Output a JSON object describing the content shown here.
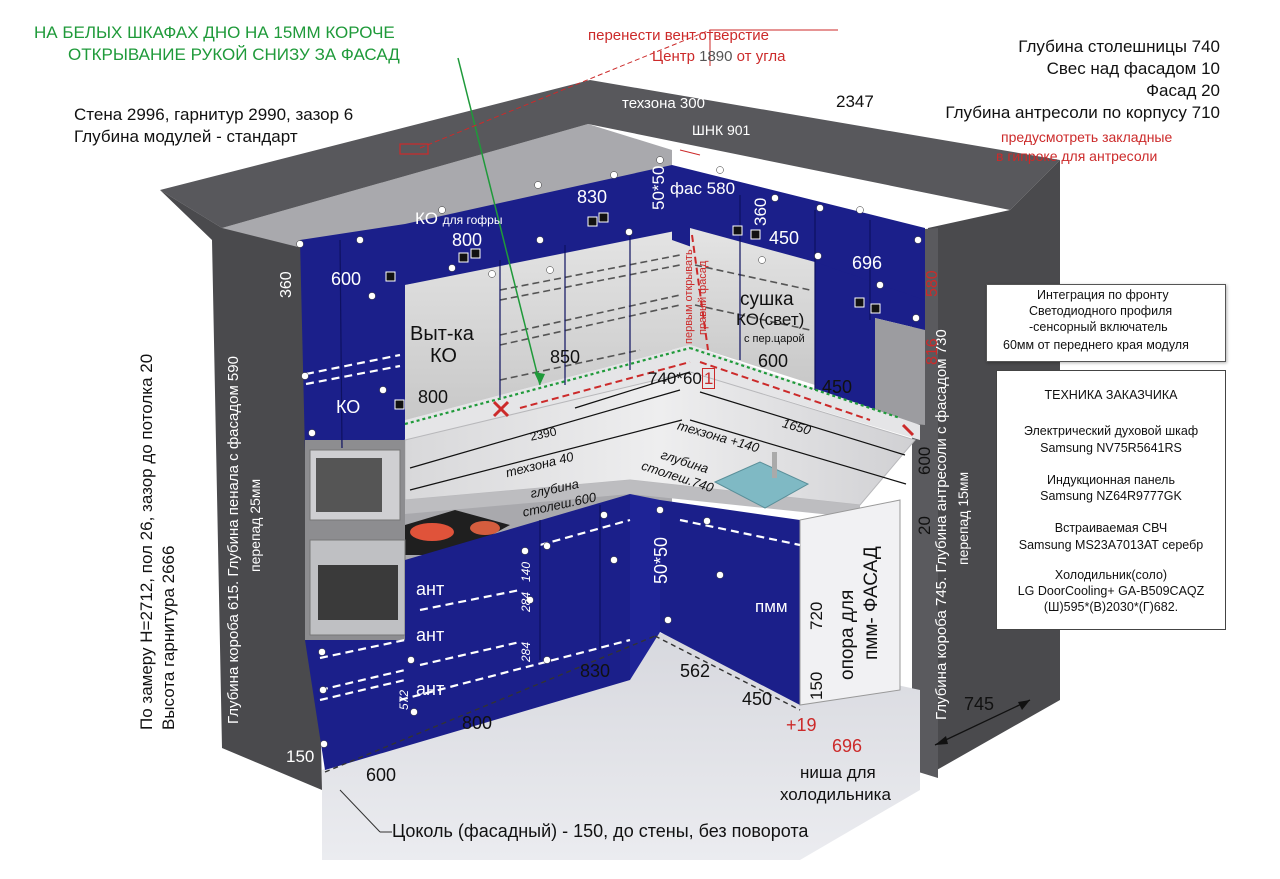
{
  "notes": {
    "green_line1": "НА БЕЛЫХ ШКАФАХ ДНО НА 15ММ КОРОЧЕ",
    "green_line2": "ОТКРЫВАНИЕ РУКОЙ СНИЗУ ЗА ФАСАД",
    "vent_line1": "перенести вент.отверстие",
    "vent_center": "Центр",
    "vent_value": "1890",
    "vent_suffix": "от угла",
    "wall_line1": "Стена 2996, гарнитур 2990, зазор 6",
    "wall_line2": "Глубина модулей - стандарт",
    "tr_line1": "Глубина столешницы 740",
    "tr_line2": "Свес над фасадом 10",
    "tr_line3": "Фасад 20",
    "tr_line4": "Глубина антресоли по корпусу 710",
    "tr_red1": "предусмотреть закладные",
    "tr_red2": "в гипроке для антресоли",
    "left_vert1": "По замеру Н=2712, пол 26, зазор до потолка 20",
    "left_vert2": "Высота гарнитура 2666",
    "penal_vert1": "Глубина короба  615. Глубина пенала с фасадом 590",
    "penal_vert2": "перепад 25мм",
    "right_vert1": "Глубина короба  745. Глубина антресоли с фасадом 730",
    "right_vert2": "перепад 15мм",
    "plinth": "Цоколь (фасадный) - 150, до стены, без поворота",
    "niche1": "ниша для",
    "niche2": "холодильника"
  },
  "legend": {
    "integration": "Интеграция по фронту",
    "led1": "Светодиодного профиля",
    "led2": "-сенсорный включатель",
    "led3": "60мм от переднего края модуля"
  },
  "tech": {
    "title": "ТЕХНИКА ЗАКАЗЧИКА",
    "oven1": "Электрический духовой шкаф",
    "oven2": "Samsung NV75R5641RS",
    "hob1": "Индукционная панель",
    "hob2": "Samsung NZ64R9777GK",
    "mw1": "Встраиваемая СВЧ",
    "mw2": "Samsung MS23A7013AT серебр",
    "fridge1": "Холодильник(соло)",
    "fridge2": "LG DoorCooling+ GA-B509CAQZ",
    "fridge3": "(Ш)595*(В)2030*(Г)682."
  },
  "labels": {
    "tech300": "техзона 300",
    "shnk": "ШНК 901",
    "d2347": "2347",
    "d830top": "830",
    "d50x50top": "50*50",
    "fas580": "фас 580",
    "d360mid": "360",
    "d450top": "450",
    "d696top": "696",
    "ko_gofr": "КО",
    "ko_gofr_small": "для гофры",
    "d800top": "800",
    "d600left": "600",
    "d360left": "360",
    "vytka1": "Выт-ка",
    "vytka2": "КО",
    "d850": "850",
    "sushka1": "сушка",
    "sushka2": "КО(свет)",
    "sushka3": "с пер.царой",
    "d600mid": "600",
    "d740x601": "740*60",
    "d740x601_tail": "1",
    "d450mid": "450",
    "ko_left": "КО",
    "d800mid": "800",
    "first_open1": "первым открывать",
    "first_open2": "правый фасад",
    "d2390": "2390",
    "d1650": "1650",
    "tech40": "техзона 40",
    "tech140": "техзона +140",
    "glub600_1": "глубина",
    "glub600_2": "столеш.600",
    "glub740_1": "глубина",
    "glub740_2": "столеш.740",
    "d580red": "580",
    "d816red": "816",
    "d600right": "600",
    "d20right": "20",
    "ant1": "ант",
    "ant2": "ант",
    "ant3": "ант",
    "d140": "140",
    "d284a": "284",
    "d284b": "284",
    "d572": "572",
    "d50x50low": "50*50",
    "pmm": "пмм",
    "d720": "720",
    "d150r": "150",
    "opora1": "опора для",
    "opora2": "пмм- ФАСАД",
    "d830low": "830",
    "d562": "562",
    "d450low": "450",
    "plus19": "+19",
    "d696low": "696",
    "d800low": "800",
    "d600low": "600",
    "d150left": "150",
    "d745": "745"
  },
  "colors": {
    "blue": "#1b1f8a",
    "dark_wall": "#4a4a4d",
    "green": "#1f9a3a",
    "red": "#cc2a2a"
  }
}
